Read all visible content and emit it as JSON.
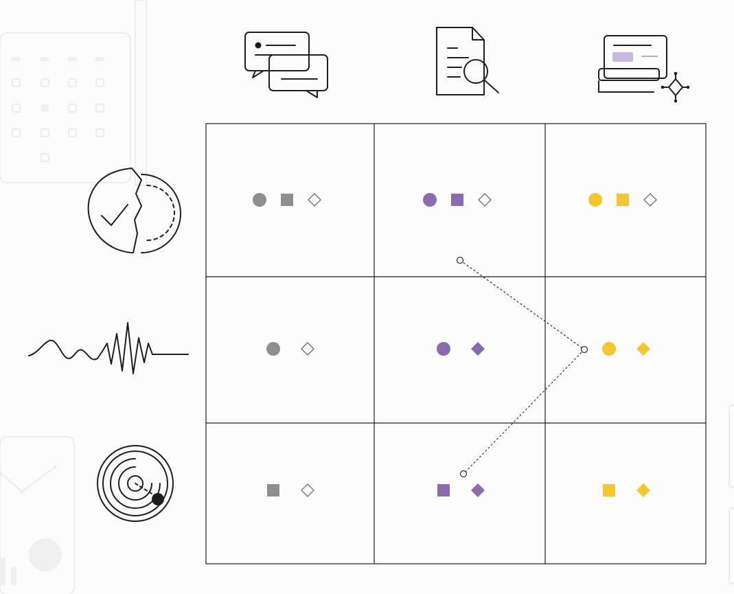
{
  "colors": {
    "grey": "#8e8e8e",
    "purple": "#8a6bb0",
    "yellow": "#f3c531",
    "ink": "#1d1d1d",
    "outline": "#6e6e6e"
  },
  "columns": [
    {
      "icon": "chat-bubbles-icon"
    },
    {
      "icon": "document-search-icon"
    },
    {
      "icon": "stacked-cards-sparkle-icon"
    }
  ],
  "rows": [
    {
      "icon": "torn-badge-check-icon"
    },
    {
      "icon": "signal-waveform-icon"
    },
    {
      "icon": "radar-target-icon"
    }
  ],
  "cells": [
    [
      {
        "color": "grey",
        "markers": [
          "circle",
          "square",
          "diamond-outline"
        ]
      },
      {
        "color": "purple",
        "markers": [
          "circle",
          "square",
          "diamond-outline"
        ]
      },
      {
        "color": "yellow",
        "markers": [
          "circle",
          "square",
          "diamond-outline"
        ]
      }
    ],
    [
      {
        "color": "grey",
        "markers": [
          "circle",
          "diamond-outline"
        ]
      },
      {
        "color": "purple",
        "markers": [
          "circle",
          "diamond"
        ]
      },
      {
        "color": "yellow",
        "markers": [
          "circle",
          "diamond"
        ]
      }
    ],
    [
      {
        "color": "grey",
        "markers": [
          "square",
          "diamond-outline"
        ]
      },
      {
        "color": "purple",
        "markers": [
          "square",
          "diamond"
        ]
      },
      {
        "color": "yellow",
        "markers": [
          "square",
          "diamond"
        ]
      }
    ]
  ],
  "connector": {
    "from_cell": [
      0,
      1
    ],
    "hub_cell": [
      1,
      2
    ],
    "to_cell": [
      2,
      1
    ],
    "style": "dotted"
  }
}
